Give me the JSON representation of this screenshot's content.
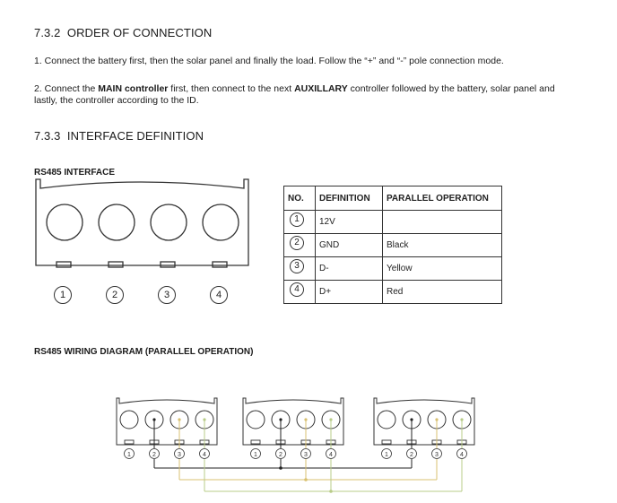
{
  "section_732": {
    "number": "7.3.2",
    "title": "ORDER OF CONNECTION",
    "p1_text": "1. Connect the battery first, then the solar panel and finally the load. Follow the “+” and “-” pole connection mode.",
    "p2_a": "2. Connect the ",
    "p2_b": "MAIN controller",
    "p2_c": " first, then connect to the next ",
    "p2_d": "AUXILLARY",
    "p2_e": " controller followed by the battery, solar panel and",
    "p2_f": "lastly, the controller according to the ID."
  },
  "section_733": {
    "number": "7.3.3",
    "title": "INTERFACE DEFINITION"
  },
  "rs485_interface_label": "RS485 INTERFACE",
  "pin_numbers": [
    "1",
    "2",
    "3",
    "4"
  ],
  "table": {
    "headers": [
      "NO.",
      "DEFINITION",
      "PARALLEL OPERATION"
    ],
    "rows": [
      {
        "no": "1",
        "definition": "12V",
        "parallel": ""
      },
      {
        "no": "2",
        "definition": "GND",
        "parallel": "Black"
      },
      {
        "no": "3",
        "definition": "D-",
        "parallel": "Yellow"
      },
      {
        "no": "4",
        "definition": "D+",
        "parallel": "Red"
      }
    ]
  },
  "wiring_label": "RS485 WIRING DIAGRAM (PARALLEL OPERATION)",
  "colors": {
    "line_dark": "#333333",
    "wire_black": "#222222",
    "wire_yellow": "#d8c070",
    "wire_green": "#b8cc88"
  }
}
